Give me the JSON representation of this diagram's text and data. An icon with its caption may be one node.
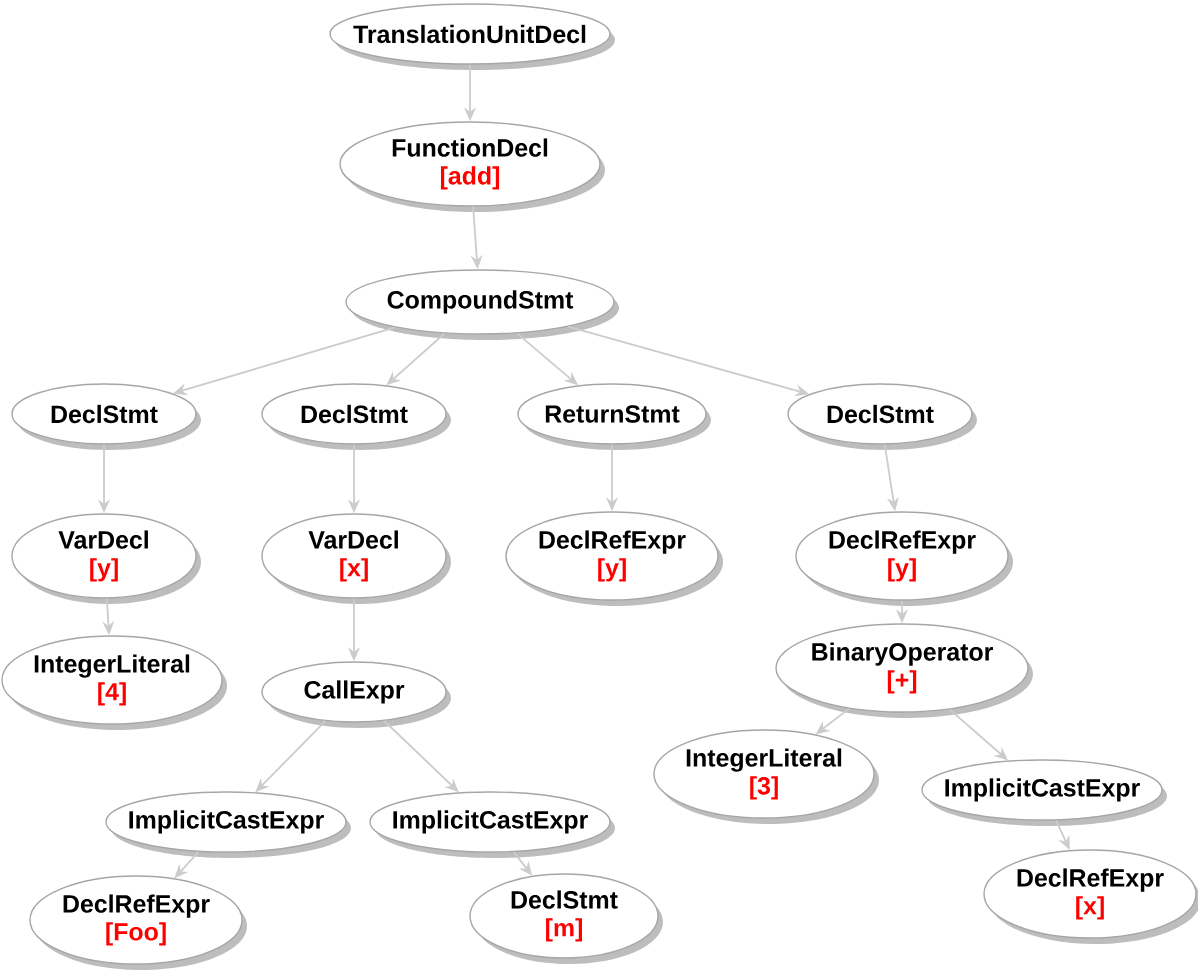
{
  "diagram": {
    "nodes": [
      {
        "text": [
          "TranslationUnitDecl"
        ]
      },
      {
        "text": [
          "FunctionDecl",
          "[add]"
        ]
      },
      {
        "text": [
          "CompoundStmt"
        ]
      },
      {
        "text": [
          "DeclStmt"
        ]
      },
      {
        "text": [
          "DeclStmt"
        ]
      },
      {
        "text": [
          "ReturnStmt"
        ]
      },
      {
        "text": [
          "DeclStmt"
        ]
      },
      {
        "text": [
          "VarDecl",
          "[y]"
        ]
      },
      {
        "text": [
          "VarDecl",
          "[x]"
        ]
      },
      {
        "text": [
          "DeclRefExpr",
          "[y]"
        ]
      },
      {
        "text": [
          "DeclRefExpr",
          "[y]"
        ]
      },
      {
        "text": [
          "IntegerLiteral",
          "[4]"
        ]
      },
      {
        "text": [
          "CallExpr"
        ]
      },
      {
        "text": [
          "BinaryOperator",
          "[+]"
        ]
      },
      {
        "text": [
          "ImplicitCastExpr"
        ]
      },
      {
        "text": [
          "ImplicitCastExpr"
        ]
      },
      {
        "text": [
          "IntegerLiteral",
          "[3]"
        ]
      },
      {
        "text": [
          "ImplicitCastExpr"
        ]
      },
      {
        "text": [
          "DeclRefExpr",
          "[Foo]"
        ]
      },
      {
        "text": [
          "DeclStmt",
          "[m]"
        ]
      },
      {
        "text": [
          "DeclRefExpr",
          "[x]"
        ]
      }
    ],
    "edges": [
      {
        "from": 0,
        "to": 1,
        "arrow": "to"
      },
      {
        "from": 1,
        "to": 2,
        "arrow": "to"
      },
      {
        "from": 2,
        "to": 3,
        "arrow": "to"
      },
      {
        "from": 2,
        "to": 4,
        "arrow": "to"
      },
      {
        "from": 2,
        "to": 5,
        "arrow": "to"
      },
      {
        "from": 2,
        "to": 6,
        "arrow": "to"
      },
      {
        "from": 3,
        "to": 7,
        "arrow": "to"
      },
      {
        "from": 4,
        "to": 8,
        "arrow": "to"
      },
      {
        "from": 5,
        "to": 9,
        "arrow": "to"
      },
      {
        "from": 6,
        "to": 10,
        "arrow": "to"
      },
      {
        "from": 7,
        "to": 11,
        "arrow": "to"
      },
      {
        "from": 8,
        "to": 12,
        "arrow": "to"
      },
      {
        "from": 10,
        "to": 13,
        "arrow": "to"
      },
      {
        "from": 12,
        "to": 14,
        "arrow": "to"
      },
      {
        "from": 12,
        "to": 15,
        "arrow": "to"
      },
      {
        "from": 13,
        "to": 16,
        "arrow": "to"
      },
      {
        "from": 13,
        "to": 17,
        "arrow": "to"
      },
      {
        "from": 14,
        "to": 18,
        "arrow": "to"
      },
      {
        "from": 15,
        "to": 19,
        "arrow": "to"
      },
      {
        "from": 17,
        "to": 20,
        "arrow": "to"
      }
    ]
  }
}
